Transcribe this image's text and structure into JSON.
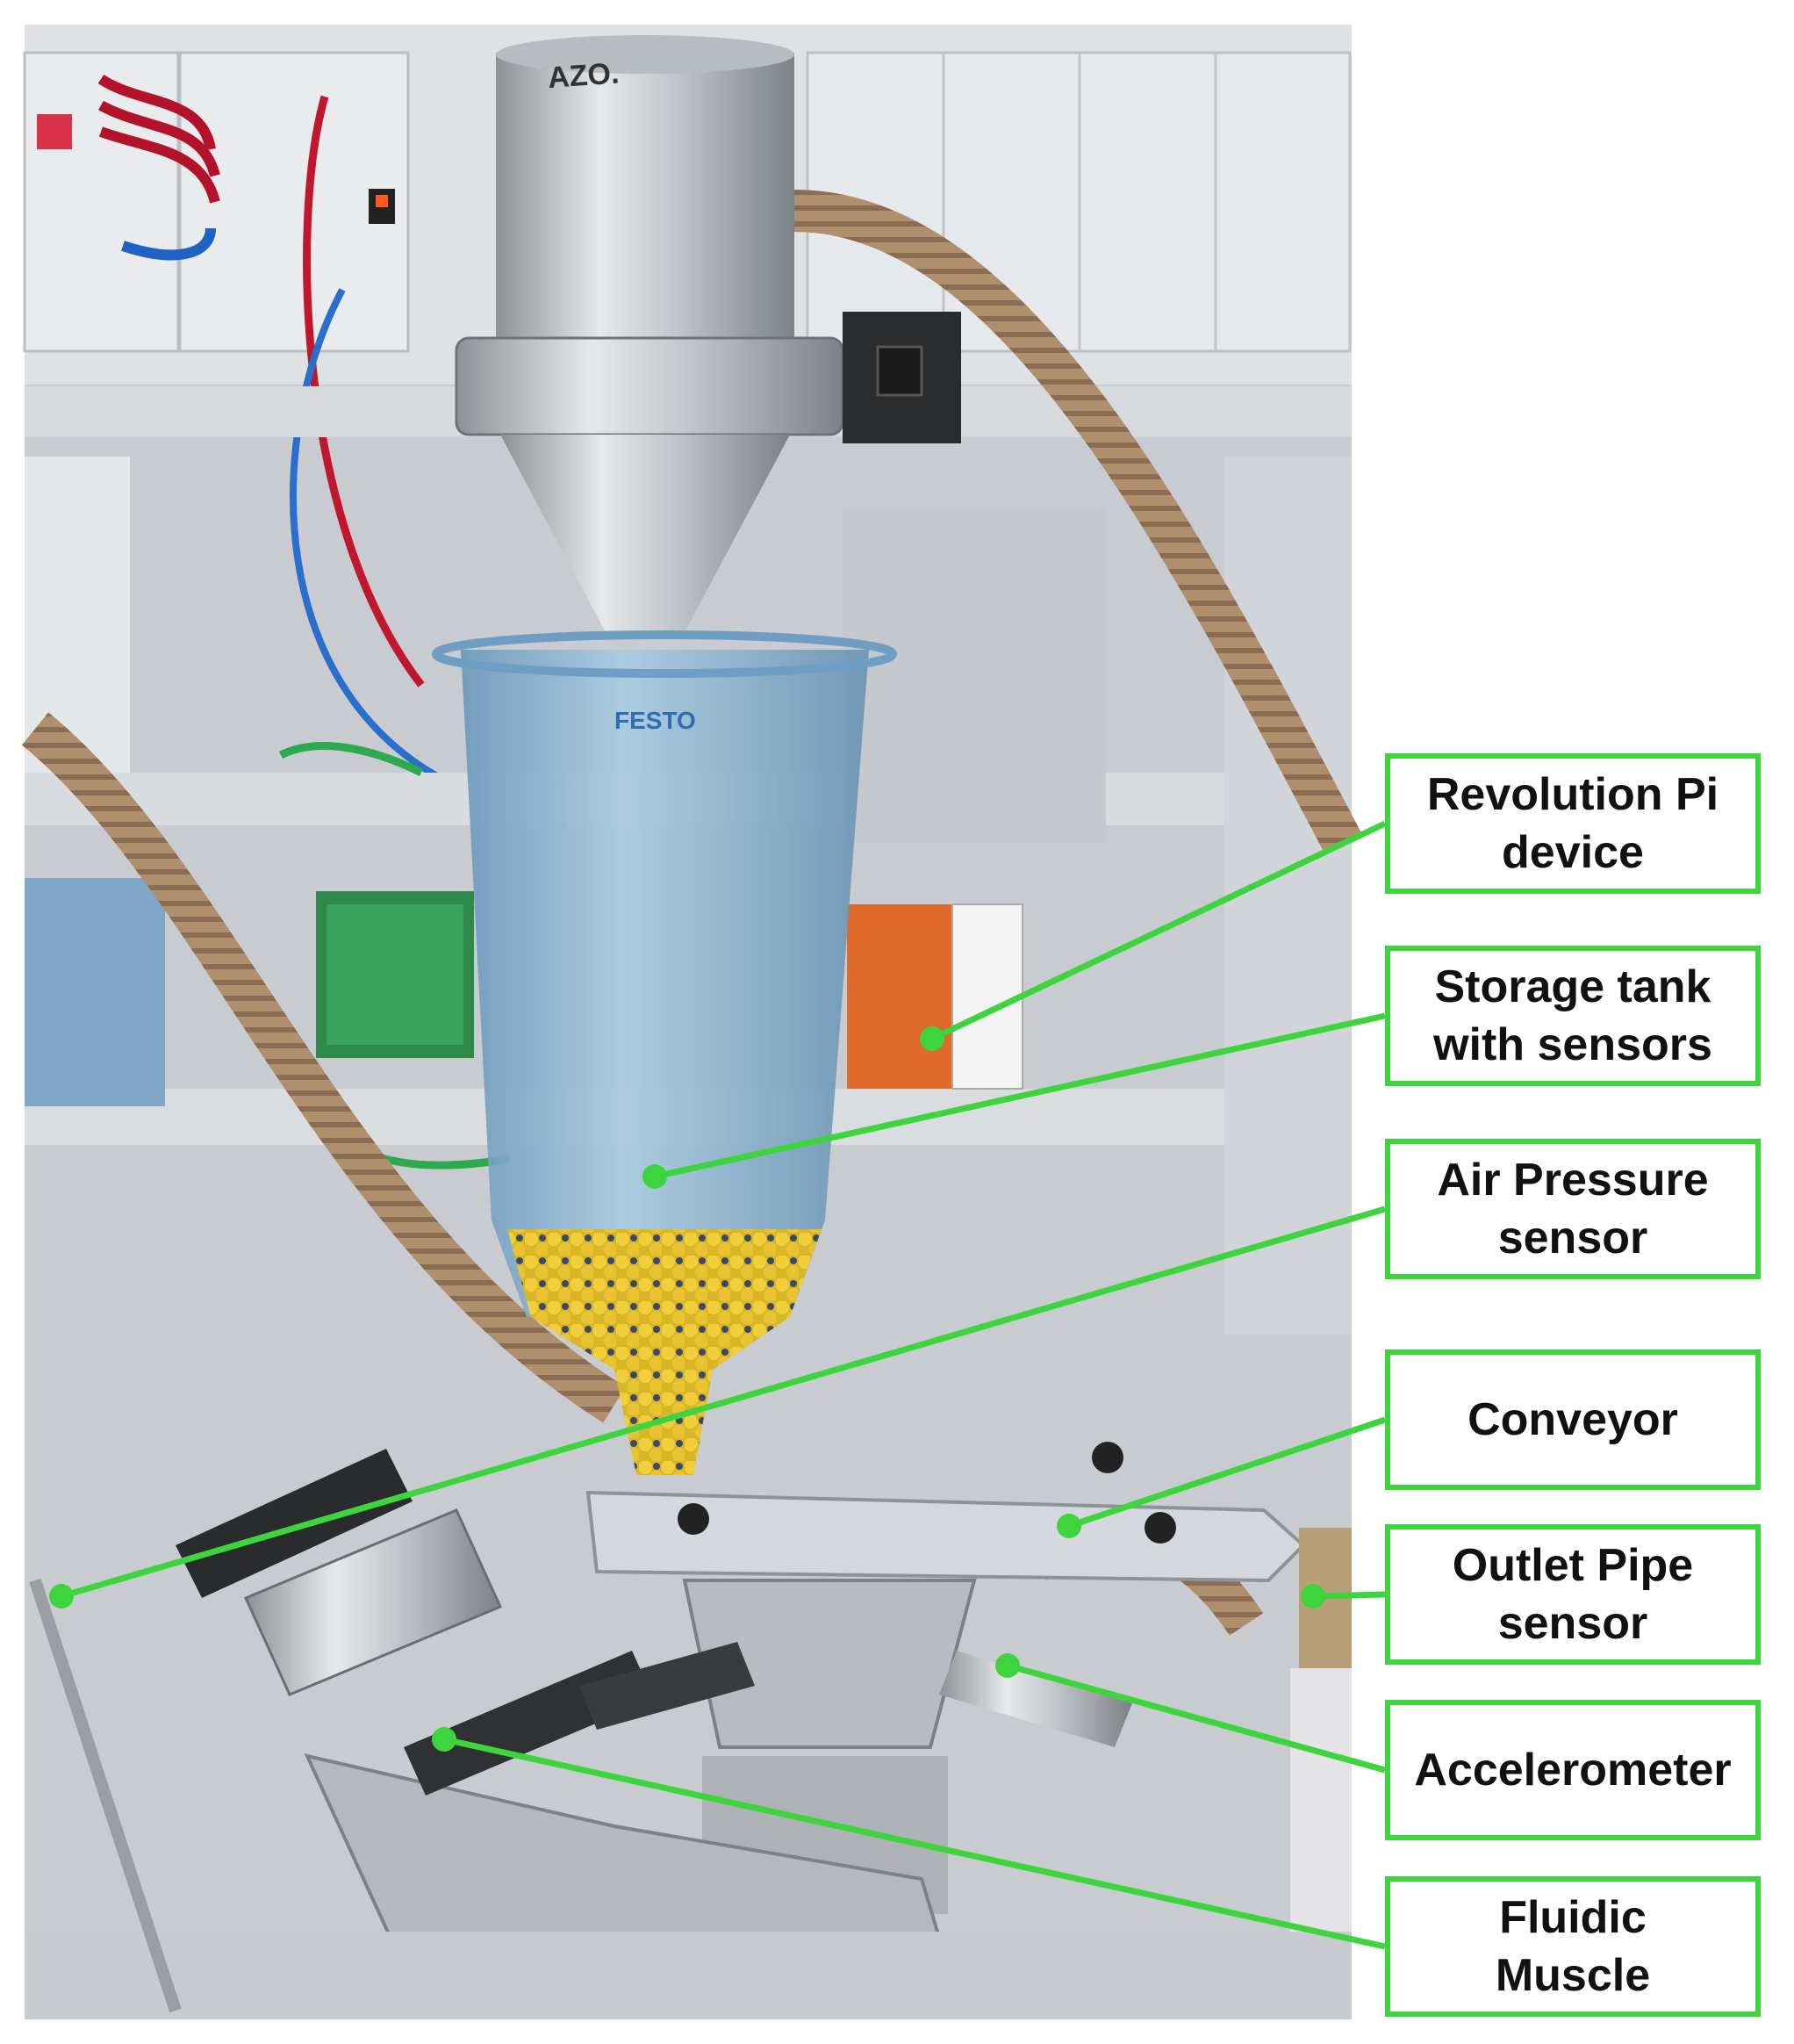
{
  "photo": {
    "subject": "lab-bulk-good-station",
    "brand_marks": {
      "hopper_brand": "AZO.",
      "tank_brand": "FESTO"
    }
  },
  "annotation_color": "#3dd43d",
  "labels": [
    {
      "id": "revolution-pi",
      "text": "Revolution Pi\ndevice"
    },
    {
      "id": "storage-tank",
      "text": "Storage tank\nwith sensors"
    },
    {
      "id": "air-pressure",
      "text": "Air Pressure\nsensor"
    },
    {
      "id": "conveyor",
      "text": "Conveyor"
    },
    {
      "id": "outlet-pipe",
      "text": "Outlet Pipe\nsensor"
    },
    {
      "id": "accelerometer",
      "text": "Accelerometer"
    },
    {
      "id": "fluidic-muscle",
      "text": "Fluidic\nMuscle"
    }
  ]
}
